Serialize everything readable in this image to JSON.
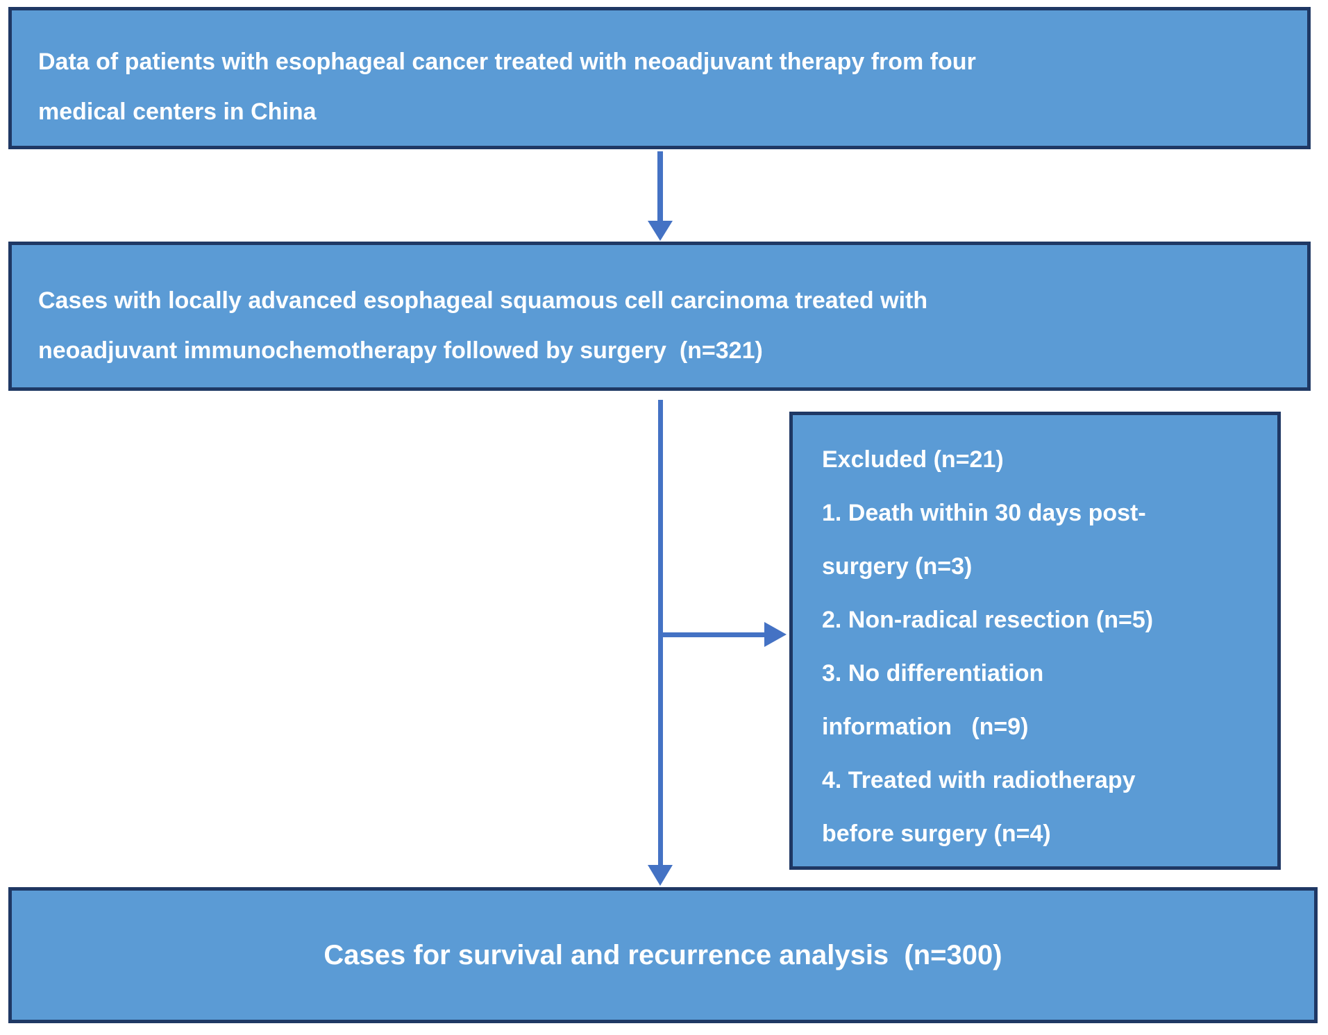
{
  "colors": {
    "box_fill": "#5B9BD5",
    "box_border": "#1F3864",
    "arrow": "#4472C4",
    "text": "#FFFFFF",
    "background": "#FFFFFF"
  },
  "flow": {
    "source": {
      "lines": [
        "Data of patients with esophageal cancer treated with neoadjuvant therapy from four",
        "medical centers in China"
      ]
    },
    "cohort": {
      "lines": [
        "Cases with locally advanced esophageal squamous cell carcinoma treated with",
        "neoadjuvant immunochemotherapy followed by surgery  (n=321)"
      ]
    },
    "excluded": {
      "count_label": "Excluded (n=21)",
      "lines": [
        "Excluded (n=21)",
        "1. Death within 30 days post-",
        "surgery (n=3)",
        "2. Non-radical resection (n=5)",
        "3. No differentiation",
        "information   (n=9)",
        "4. Treated with radiotherapy",
        "before surgery (n=4)"
      ],
      "items": [
        "1. Death within 30 days post-surgery (n=3)",
        "2. Non-radical resection (n=5)",
        "3. No differentiation information (n=9)",
        "4. Treated with radiotherapy before surgery (n=4)"
      ]
    },
    "final": {
      "lines": [
        "Cases for survival and recurrence analysis  (n=300)"
      ]
    }
  }
}
